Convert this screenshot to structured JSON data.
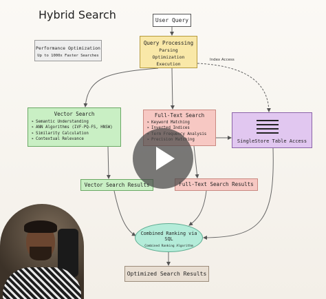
{
  "diagram": {
    "title": "Hybrid Search",
    "performance": {
      "line1": "Performance Optimization",
      "line2": "Up to 1000x Faster Searches"
    },
    "user_query": "User Query",
    "query_processing": {
      "title": "Query Processing",
      "steps": [
        "Parsing",
        "Optimization",
        "Execution"
      ]
    },
    "index_access_label": "Index Access",
    "vector_search": {
      "title": "Vector Search",
      "items": [
        "Semantic Understanding",
        "ANN Algorithms (IVF-PQ-FS, HNSW)",
        "Similarity Calculation",
        "Contextual Relevance"
      ]
    },
    "full_text_search": {
      "title": "Full-Text Search",
      "items": [
        "Keyword Matching",
        "Inverted Indices",
        "Term Frequency Analysis",
        "Precision Matching"
      ]
    },
    "singlestore": {
      "label": "SingleStore Table Access"
    },
    "vector_results": "Vector Search Results",
    "fulltext_results": "Full-Text Search Results",
    "combined": {
      "title": "Combined Ranking via SQL",
      "subtitle": "Combined Ranking Algorithm"
    },
    "optimized_results": "Optimized Search Results"
  },
  "video": {
    "play_icon": "play-icon"
  },
  "colors": {
    "vector": "#c9efc4",
    "fulltext": "#f7c8c3",
    "singlestore": "#e1c7f0",
    "query_processing": "#f9e8a8",
    "combined": "#b4ecd9",
    "optimized": "#e8ded2"
  }
}
